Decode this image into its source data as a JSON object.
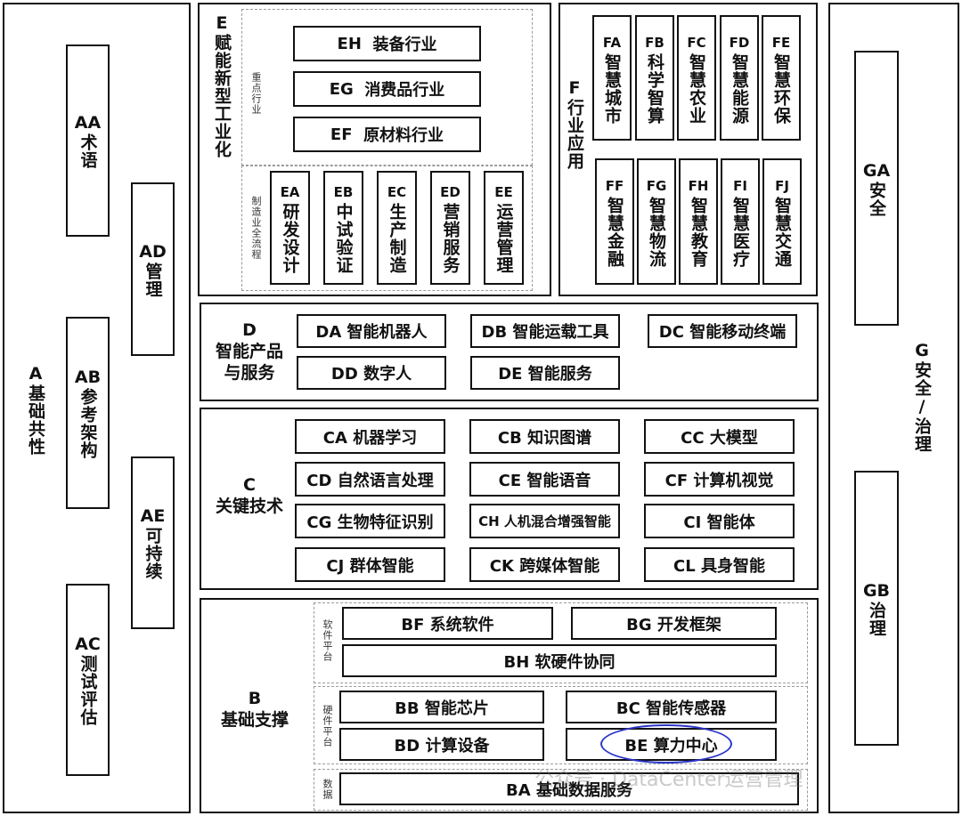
{
  "A": {
    "code": "A",
    "title": "基础共性"
  },
  "AA": {
    "code": "AA",
    "title": "术语"
  },
  "AB": {
    "code": "AB",
    "title": "参考架构"
  },
  "AC": {
    "code": "AC",
    "title": "测试评估"
  },
  "AD": {
    "code": "AD",
    "title": "管理"
  },
  "AE": {
    "code": "AE",
    "title": "可持续"
  },
  "E": {
    "code": "E",
    "title": "赋能新型工业化",
    "sub1": "重点行业",
    "sub2": "制造业全流程"
  },
  "EH": {
    "code": "EH",
    "title": "装备行业"
  },
  "EG": {
    "code": "EG",
    "title": "消费品行业"
  },
  "EF": {
    "code": "EF",
    "title": "原材料行业"
  },
  "EA": {
    "code": "EA",
    "title": "研发设计"
  },
  "EB": {
    "code": "EB",
    "title": "中试验证"
  },
  "EC": {
    "code": "EC",
    "title": "生产制造"
  },
  "ED": {
    "code": "ED",
    "title": "营销服务"
  },
  "EE": {
    "code": "EE",
    "title": "运营管理"
  },
  "F": {
    "code": "F",
    "title": "行业应用"
  },
  "FA": {
    "code": "FA",
    "title": "智慧城市"
  },
  "FB": {
    "code": "FB",
    "title": "科学智算"
  },
  "FC": {
    "code": "FC",
    "title": "智慧农业"
  },
  "FD": {
    "code": "FD",
    "title": "智慧能源"
  },
  "FE": {
    "code": "FE",
    "title": "智慧环保"
  },
  "FF": {
    "code": "FF",
    "title": "智慧金融"
  },
  "FG": {
    "code": "FG",
    "title": "智慧物流"
  },
  "FH": {
    "code": "FH",
    "title": "智慧教育"
  },
  "FI": {
    "code": "FI",
    "title": "智慧医疗"
  },
  "FJ": {
    "code": "FJ",
    "title": "智慧交通"
  },
  "D": {
    "code": "D",
    "title": "智能产品与服务",
    "line1": "智能产品",
    "line2": "与服务"
  },
  "DA": "DA 智能机器人",
  "DB": "DB 智能运载工具",
  "DC": "DC 智能移动终端",
  "DD": "DD 数字人",
  "DE": "DE 智能服务",
  "C": {
    "code": "C",
    "title": "关键技术"
  },
  "CA": "CA 机器学习",
  "CB": "CB 知识图谱",
  "CC": "CC 大模型",
  "CD": "CD 自然语言处理",
  "CE": "CE 智能语音",
  "CF": "CF 计算机视觉",
  "CG": "CG 生物特征识别",
  "CH": "CH 人机混合增强智能",
  "CI": "CI 智能体",
  "CJ": "CJ 群体智能",
  "CK": "CK 跨媒体智能",
  "CL": "CL 具身智能",
  "B": {
    "code": "B",
    "title": "基础支撑",
    "sub_soft": "软件平台",
    "sub_hard": "硬件平台",
    "sub_data": "数据"
  },
  "BF": "BF 系统软件",
  "BG": "BG 开发框架",
  "BH": "BH 软硬件协同",
  "BB": "BB 智能芯片",
  "BC": "BC 智能传感器",
  "BD": "BD 计算设备",
  "BE": "BE 算力中心",
  "BA": "BA 基础数据服务",
  "G": {
    "code": "G",
    "title": "安全/治理"
  },
  "GA": {
    "code": "GA",
    "title": "安全"
  },
  "GB": {
    "code": "GB",
    "title": "治理"
  },
  "watermark": "公众号 · DataCenter运营管理",
  "colors": {
    "line": "#111111",
    "highlight": "#2b36c9",
    "dashed": "#9a9a9a"
  }
}
